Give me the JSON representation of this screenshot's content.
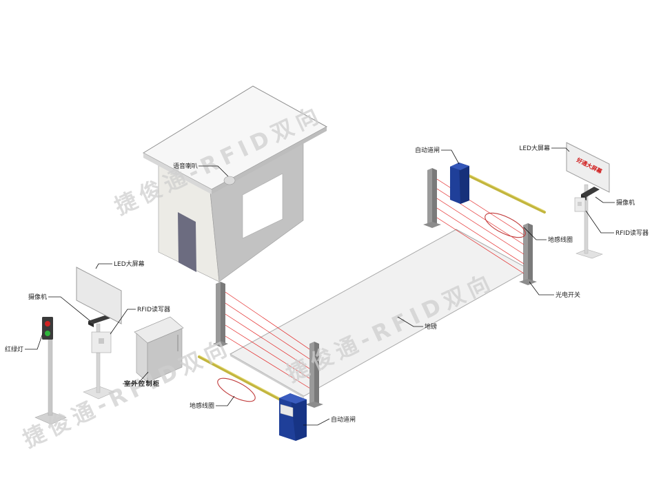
{
  "labels": {
    "voice_speaker": "语音喇叭",
    "barrier_gate_top": "自动道闸",
    "led_screen_right": "LED大屏幕",
    "led_screen_right_text": "好通大屏幕",
    "camera_right": "摄像机",
    "rfid_reader_right": "RFID读写器",
    "ground_loop_top": "地感线圈",
    "photoelectric_switch": "光电开关",
    "weighbridge": "地磅",
    "led_screen_left": "LED大屏幕",
    "camera_left": "摄像机",
    "rfid_reader_left": "RFID读写器",
    "traffic_light": "红绿灯",
    "outdoor_cabinet": "室外控制柜",
    "ground_loop_bottom": "地感线圈",
    "barrier_gate_bottom": "自动道闸"
  },
  "watermarks": {
    "top": "捷俊通-RFID双向",
    "middle": "捷俊通-RFID双向",
    "bottom": "捷俊通-RFID双向"
  },
  "colors": {
    "beam": "#e21f1f",
    "gate_blue": "#1f3f99",
    "barrier_arm": "#cdc046",
    "post_gray": "#8c8c8c",
    "led_text_red": "#d01c1c"
  }
}
